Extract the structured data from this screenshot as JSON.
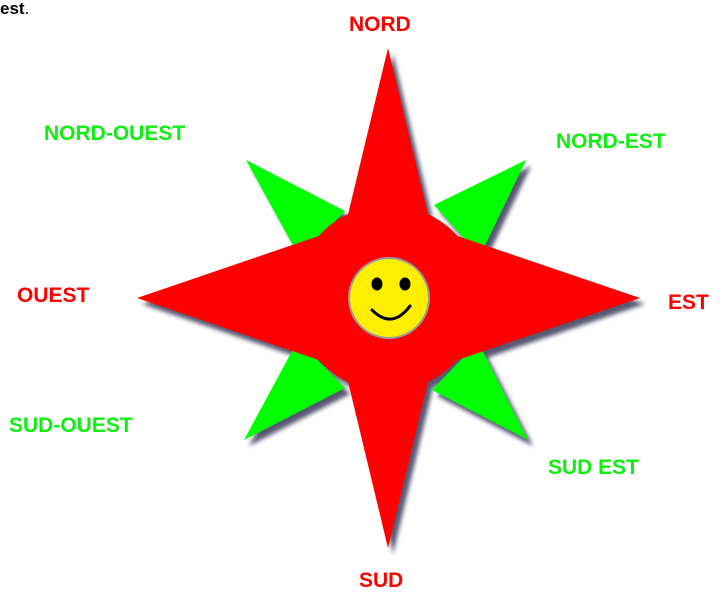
{
  "header_fragment": {
    "bold": "est",
    "rest": "."
  },
  "labels": {
    "north": "NORD",
    "south": "SUD",
    "east": "EST",
    "west": "OUEST",
    "northeast": "NORD-EST",
    "northwest": "NORD-OUEST",
    "southeast": "SUD EST",
    "southwest": "SUD-OUEST"
  },
  "colors": {
    "cardinal_points": "#ff0000",
    "intercardinal_points": "#00ff00",
    "cardinal_labels": "#ff0000",
    "intercardinal_labels": "#11ee11",
    "shadow": "#3a3a5a",
    "face": "#ffee00",
    "face_outline": "#999999",
    "eyes": "#000000"
  },
  "center_icon": "smiley-face-icon"
}
